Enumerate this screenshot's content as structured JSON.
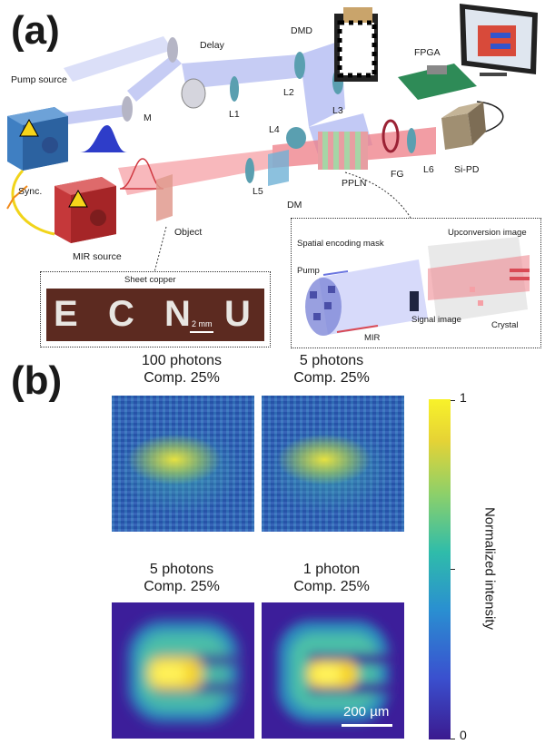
{
  "panel_a": {
    "label": "(a)",
    "components": {
      "pump_source": "Pump source",
      "delay": "Delay",
      "dmd": "DMD",
      "fpga": "FPGA",
      "mirror": "M",
      "l1": "L1",
      "l2": "L2",
      "l3": "L3",
      "l4": "L4",
      "l5": "L5",
      "l6": "L6",
      "si_pd": "Si-PD",
      "fg": "FG",
      "pppln": "PPLN",
      "dm": "DM",
      "sync": "Sync.",
      "mir_source": "MIR source",
      "object": "Object"
    },
    "sample_inset": {
      "title": "Sheet copper",
      "letters": [
        "E",
        "C",
        "N",
        "U"
      ],
      "scale": "2 mm"
    },
    "crystal_inset": {
      "mask": "Spatial encoding mask",
      "upconversion": "Upconversion image",
      "pump": "Pump",
      "mir": "MIR",
      "signal": "Signal image",
      "crystal": "Crystal"
    }
  },
  "panel_b": {
    "label": "(b)",
    "images": [
      {
        "line1": "100 photons",
        "line2": "Comp. 25%"
      },
      {
        "line1": "5 photons",
        "line2": "Comp. 25%"
      },
      {
        "line1": "5 photons",
        "line2": "Comp. 25%"
      },
      {
        "line1": "1 photon",
        "line2": "Comp. 25%"
      }
    ],
    "colorbar": {
      "label": "Normalized intensity",
      "max": "1",
      "min": "0"
    },
    "scale_bar": "200 µm"
  },
  "colors": {
    "pump_box": "#3f7fc2",
    "mir_box": "#c5383a",
    "beam_red": "#e8606a",
    "beam_blue": "#8f9be8"
  }
}
